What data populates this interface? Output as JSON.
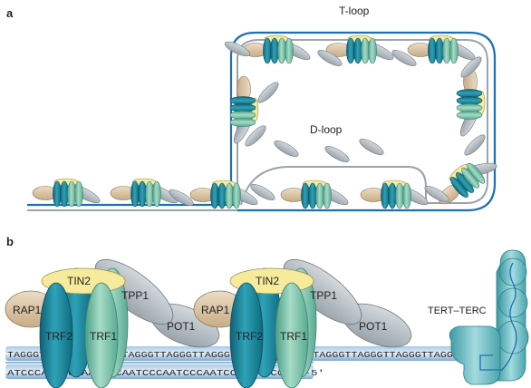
{
  "panels": {
    "a": {
      "letter": "a",
      "t_loop_label": "T-loop",
      "d_loop_label": "D-loop"
    },
    "b": {
      "letter": "b",
      "proteins": {
        "tin2": "TIN2",
        "rap1": "RAP1",
        "trf2": "TRF2",
        "trf1": "TRF1",
        "tpp1": "TPP1",
        "pot1": "POT1",
        "tert_terc": "TERT–TERC"
      },
      "g_strand": "TAGGGTTAGGGTTAGGGTTAGGGTTAGGGTTAGGGTTAGGGTTAGGGTTAGGGTTAGGGTTAGGGTTAGGG-3'",
      "c_strand": "ATCCCAATCCCAATCCCAATCCCAATCCCAATCCCAATCCCAAT-5'"
    }
  },
  "colors": {
    "dna_blue": "#1f6fb2",
    "loop_grey": "#9aa3aa",
    "trf2_teal": "#1e8aa0",
    "trf1_green": "#7fc4ad",
    "tin2_yellow": "#f7ee9c",
    "rap1_tan": "#d9c3a3",
    "tpp1_grey": "#b9c2c8",
    "terc_teal": "#74bcc0"
  }
}
